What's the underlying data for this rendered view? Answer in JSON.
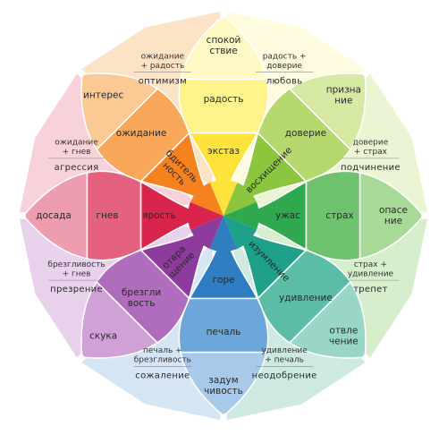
{
  "petals": [
    {
      "id": "joy",
      "color": "#ffe23b",
      "light": "#fff48c",
      "lighter": "#fff9c5",
      "outer": "#fffbdf",
      "inner": [
        "экстаз",
        "радость",
        "спокой\nствие"
      ],
      "dyad_top": "радость +\nдоверие",
      "dyad_bottom": "любовь"
    },
    {
      "id": "trust",
      "color": "#8cc63f",
      "light": "#b5d96e",
      "lighter": "#d6eaa3",
      "outer": "#ecf5d3",
      "inner": [
        "восхищение",
        "доверие",
        "призна\nние"
      ],
      "dyad_top": "доверие\n+ страх",
      "dyad_bottom": "подчинение"
    },
    {
      "id": "fear",
      "color": "#2fa84f",
      "light": "#6fc26d",
      "lighter": "#a9d999",
      "outer": "#d7eecd",
      "inner": [
        "ужас",
        "страх",
        "опасе\nние"
      ],
      "dyad_top": "страх +\nудивление",
      "dyad_bottom": "трепет"
    },
    {
      "id": "surprise",
      "color": "#1ea089",
      "light": "#5cbda7",
      "lighter": "#9ad6c6",
      "outer": "#cde9e1",
      "inner": [
        "изумление",
        "удивление",
        "отвле\nчение"
      ],
      "dyad_top": "удивление\n+ печаль",
      "dyad_bottom": "неодобрение"
    },
    {
      "id": "sadness",
      "color": "#2f7ec1",
      "light": "#6da6d8",
      "lighter": "#a9c9ea",
      "outer": "#d6e5f4",
      "inner": [
        "горе",
        "печаль",
        "задум\nчивость"
      ],
      "dyad_top": "печаль +\nбрезгливость",
      "dyad_bottom": "сожаление"
    },
    {
      "id": "disgust",
      "color": "#8d3c9e",
      "light": "#b06cbd",
      "lighter": "#cfa1d6",
      "outer": "#e8d1eb",
      "inner": [
        "отвра\nщение",
        "брезгли\nвость",
        "скука"
      ],
      "dyad_top": "брезгливость\n+ гнев",
      "dyad_bottom": "презрение"
    },
    {
      "id": "anger",
      "color": "#d9254c",
      "light": "#e4627e",
      "lighter": "#ee9db0",
      "outer": "#f8d2da",
      "inner": [
        "ярость",
        "гнев",
        "досада"
      ],
      "dyad_top": "ожидание\n+ гнев",
      "dyad_bottom": "агрессия"
    },
    {
      "id": "anticipation",
      "color": "#f5821f",
      "light": "#f8a75b",
      "lighter": "#fbc994",
      "outer": "#fde3c6",
      "inner": [
        "бдитель\nность",
        "ожидание",
        "интерес"
      ],
      "dyad_top": "ожидание\n+ радость",
      "dyad_bottom": "оптимизм"
    }
  ]
}
